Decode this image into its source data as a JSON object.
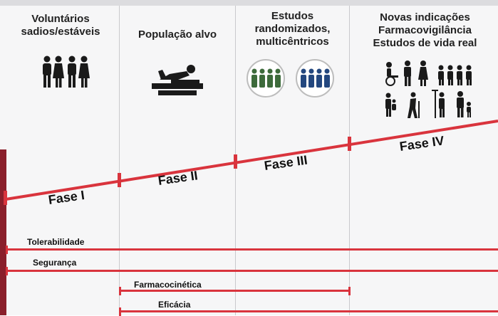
{
  "columns": [
    {
      "heading": "Voluntários\nsadios/estáveis"
    },
    {
      "heading": "População alvo"
    },
    {
      "heading": "Estudos\nrandomizados,\nmulticêntricos"
    },
    {
      "heading": "Novas indicações\nFarmacovigilância\nEstudos  de vida real"
    }
  ],
  "phases": [
    "Fase I",
    "Fase II",
    "Fase III",
    "Fase IV"
  ],
  "bars": [
    {
      "label": "Tolerabilidade"
    },
    {
      "label": "Segurança"
    },
    {
      "label": "Farmacocinética"
    },
    {
      "label": "Eficácia"
    }
  ],
  "colors": {
    "line": "#d9343d",
    "icon_dark": "#1a1a1a",
    "group_green": "#3d6b3b",
    "group_blue": "#23477f",
    "accent_strip": "#8a1f2b"
  },
  "icons": [
    "people-group-icon",
    "patient-bed-icon",
    "green-group-icon",
    "blue-group-icon",
    "diverse-population-icons"
  ]
}
